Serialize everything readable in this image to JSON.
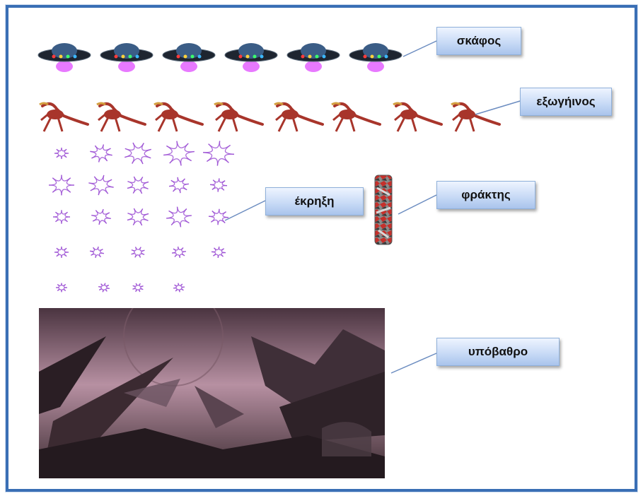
{
  "labels": {
    "ship": "σκάφος",
    "alien": "εξωγήινος",
    "explosion": "έκρηξη",
    "barrier": "φράκτης",
    "background": "υπόβαθρο"
  },
  "sprite_counts": {
    "ship_frames": 6,
    "alien_frames": 8,
    "explosion_frames": 24
  },
  "colors": {
    "frame": "#3a6fb5",
    "label_fill": "#c9dbf6",
    "explosion": "#9b4fd4",
    "alien": "#a8352b",
    "ship_glow": "#e04cff"
  }
}
